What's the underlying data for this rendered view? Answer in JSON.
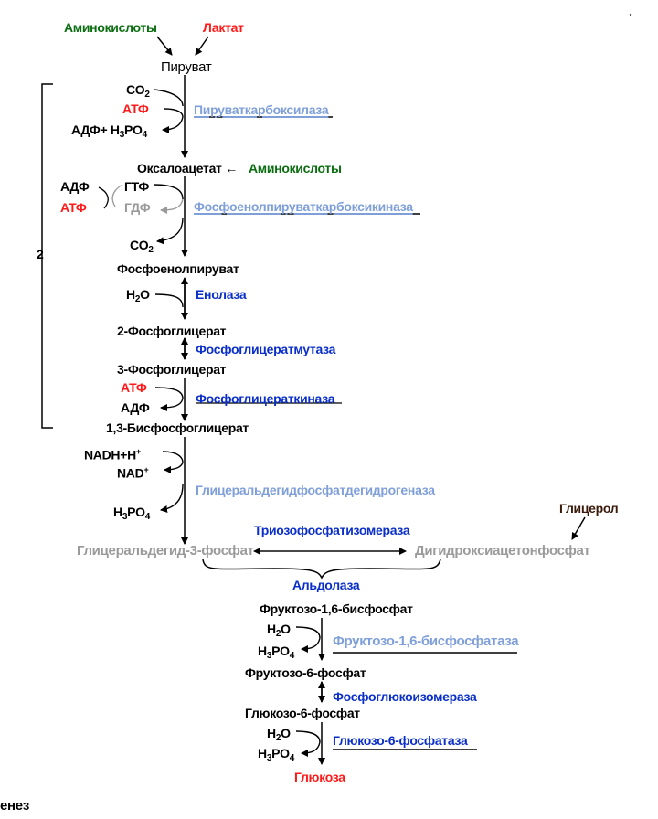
{
  "inputs": {
    "amino_acids_top": "Аминокислоты",
    "lactate": "Лактат",
    "amino_acids_side": "Аминокислоты",
    "glycerol": "Глицерол"
  },
  "metabolites": {
    "pyruvate": "Пируват",
    "oxaloacetate": "Оксалоацетат ←",
    "pep": "Фосфоенолпируват",
    "pg2": "2-Фосфоглицерат",
    "pg3": "3-Фосфоглицерат",
    "bpg": "1,3-Бисфосфоглицерат",
    "gap": "Глицеральдегид-3-фосфат",
    "dhap": "Дигидроксиацетонфосфат",
    "fbp": "Фруктозо-1,6-бисфосфат",
    "f6p": "Фруктозо-6-фосфат",
    "g6p": "Глюкозо-6-фосфат",
    "glucose": "Глюкоза"
  },
  "cofactors": {
    "co2_1": "CO",
    "atf_1": "АТФ",
    "adf_h3po4": "АДФ+ Н",
    "adf_1": "АДФ",
    "atf_2": "АТФ",
    "gtf": "ГТФ",
    "gdf": "ГДФ",
    "co2_2": "CO",
    "h2o_1": "Н",
    "atf_3": "АТФ",
    "adf_2": "АДФ",
    "nadh": "NADH+H",
    "nad": "NAD",
    "h3po4_1": "Н",
    "h2o_2": "Н",
    "h3po4_2": "Н",
    "h2o_3": "Н",
    "h3po4_3": "Н"
  },
  "enzymes": {
    "pyruvate_carboxylase": "Пируваткарбоксилаза",
    "pepck": "Фосфоенолпируваткарбоксикиназа",
    "enolase": "Енолаза",
    "pgm": "Фосфоглицератмутаза",
    "pgk": "Фосфоглицераткиназа",
    "gapdh": "Глицеральдегидфосфатдегидрогеназа",
    "tpi": "Триозофосфатизомераза",
    "aldolase": "Альдолаза",
    "fbpase": "Фруктозо-1,6-бисфосфатаза",
    "pgi": "Фосфоглюкоизомераза",
    "g6pase": "Глюкозо-6-фосфатаза"
  },
  "bracket_label": "2",
  "caption_fragment": "енез",
  "colors": {
    "green": "#0a6e10",
    "red": "#ff1a1a",
    "blue": "#0a2fc8",
    "light_blue": "#7f9fd9",
    "gray": "#9a9a9a",
    "brown": "#3a1a0a"
  }
}
